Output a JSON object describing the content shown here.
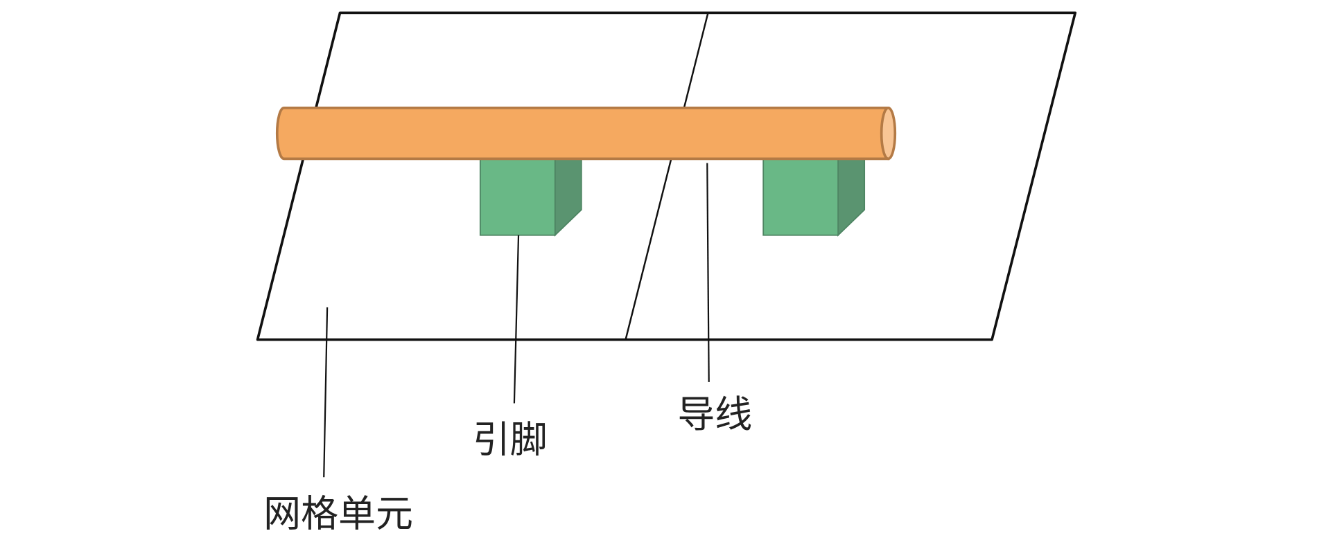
{
  "labels": {
    "grid_cell": "网格单元",
    "pin": "引脚",
    "wire": "导线"
  },
  "colors": {
    "wire_fill": "#F5A960",
    "wire_stroke": "#B47A45",
    "wire_end": "#F8C595",
    "pin_front": "#69B886",
    "pin_side": "#5A9470",
    "outline": "#111111"
  }
}
